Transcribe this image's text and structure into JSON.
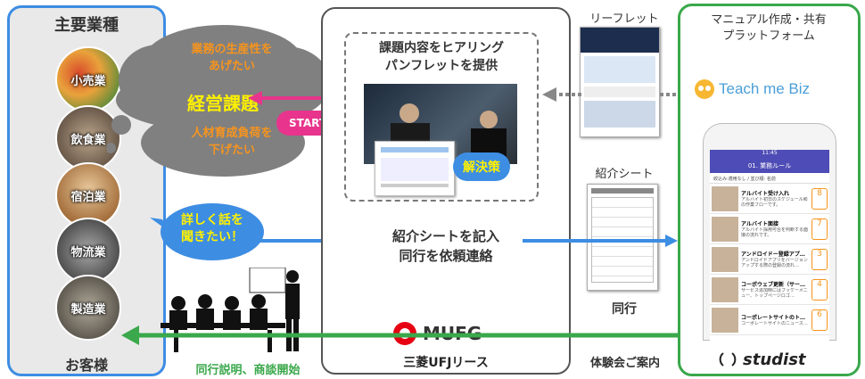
{
  "left": {
    "title": "主要業種",
    "footer": "お客様",
    "industries": [
      "小売業",
      "飲食業",
      "宿泊業",
      "物流業",
      "製造業"
    ]
  },
  "cloud": {
    "line1": "業務の生産性を",
    "line2": "あげたい",
    "center": "経営課題",
    "line3": "人材育成負荷を",
    "line4": "下げたい"
  },
  "start": "START",
  "bubble": {
    "line1": "詳しく話を",
    "line2": "聞きたい！"
  },
  "middle": {
    "hear_line1": "課題内容をヒアリング",
    "hear_line2": "パンフレットを提供",
    "solution": "解決策",
    "sheet_line1": "紹介シートを記入",
    "sheet_line2": "同行を依頼連絡",
    "mufg": "MUFG",
    "mufg_sub": "三菱UFJリース"
  },
  "labels": {
    "leaflet": "リーフレット",
    "intro_sheet": "紹介シート",
    "accompany": "同行",
    "trial": "体験会ご案内",
    "explain": "同行説明、商談開始"
  },
  "right": {
    "title_line1": "マニュアル作成・共有",
    "title_line2": "プラットフォーム",
    "brand": "Teach me Biz",
    "company": "studist"
  },
  "phone": {
    "time": "11:45",
    "header": "01. 業務ルール",
    "search": "絞込み:適用なし / 並び順: 名前",
    "items": [
      {
        "title": "アルバイト受け入れ",
        "desc": "アルバイト初日のスケジュール和の作業フローです。",
        "steps": "8"
      },
      {
        "title": "アルバイト面接",
        "desc": "アルバイト採用可否を判断する面接の流れです。",
        "steps": "7"
      },
      {
        "title": "アンドロイドー登録アプ…",
        "desc": "アンドロイドアプリをバージョンアップする際の登録の流れ…",
        "steps": "3"
      },
      {
        "title": "コーポウェブ更新（サー…",
        "desc": "サービス追加時にはブッケーメニュー、トップページロゴ…",
        "steps": "4"
      },
      {
        "title": "コーポレートサイトのト…",
        "desc": "コーポレートサイトのニュース…",
        "steps": "6"
      }
    ]
  },
  "colors": {
    "blue": "#3d8de3",
    "green": "#3aa84b",
    "pink": "#e8348c",
    "orange": "#f7941d",
    "yellow": "#fff100"
  }
}
